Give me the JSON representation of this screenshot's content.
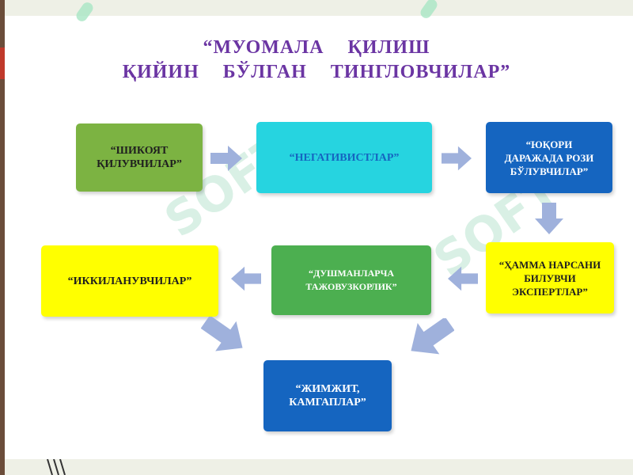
{
  "title": {
    "line1": "“МУОМАЛА  ҚИЛИШ",
    "line2": "ҚИЙИН  БЎЛГАН  ТИНГЛОВЧИЛАР”"
  },
  "nodes": {
    "shikoyat": "“ШИКОЯТ ҚИЛУВЧИЛАР”",
    "negativ": "“НЕГАТИВИСТЛАР”",
    "yuqori": "“ЮҚОРИ ДАРАЖАДА РОЗИ БЎЛУВЧИЛАР”",
    "hamma": "“ҲАММА НАРСАНИ БИЛУВЧИ ЭКСПЕРТЛАР”",
    "dushman": "“ДУШМАНЛАРЧА ТАЖОВУЗКОРЛИК”",
    "ikkilan": "“ИККИЛАНУВЧИЛАР”",
    "jimjit": "“ЖИМЖИТ, КАМГАПЛАР”"
  },
  "watermark": "SOFT",
  "colors": {
    "title": "#6b35a3",
    "green": "#7cb342",
    "cyan": "#26d4e0",
    "blue": "#1565c0",
    "yellow": "#ffff00",
    "dark_green": "#4caf50",
    "arrow": "#9fb1dc"
  }
}
